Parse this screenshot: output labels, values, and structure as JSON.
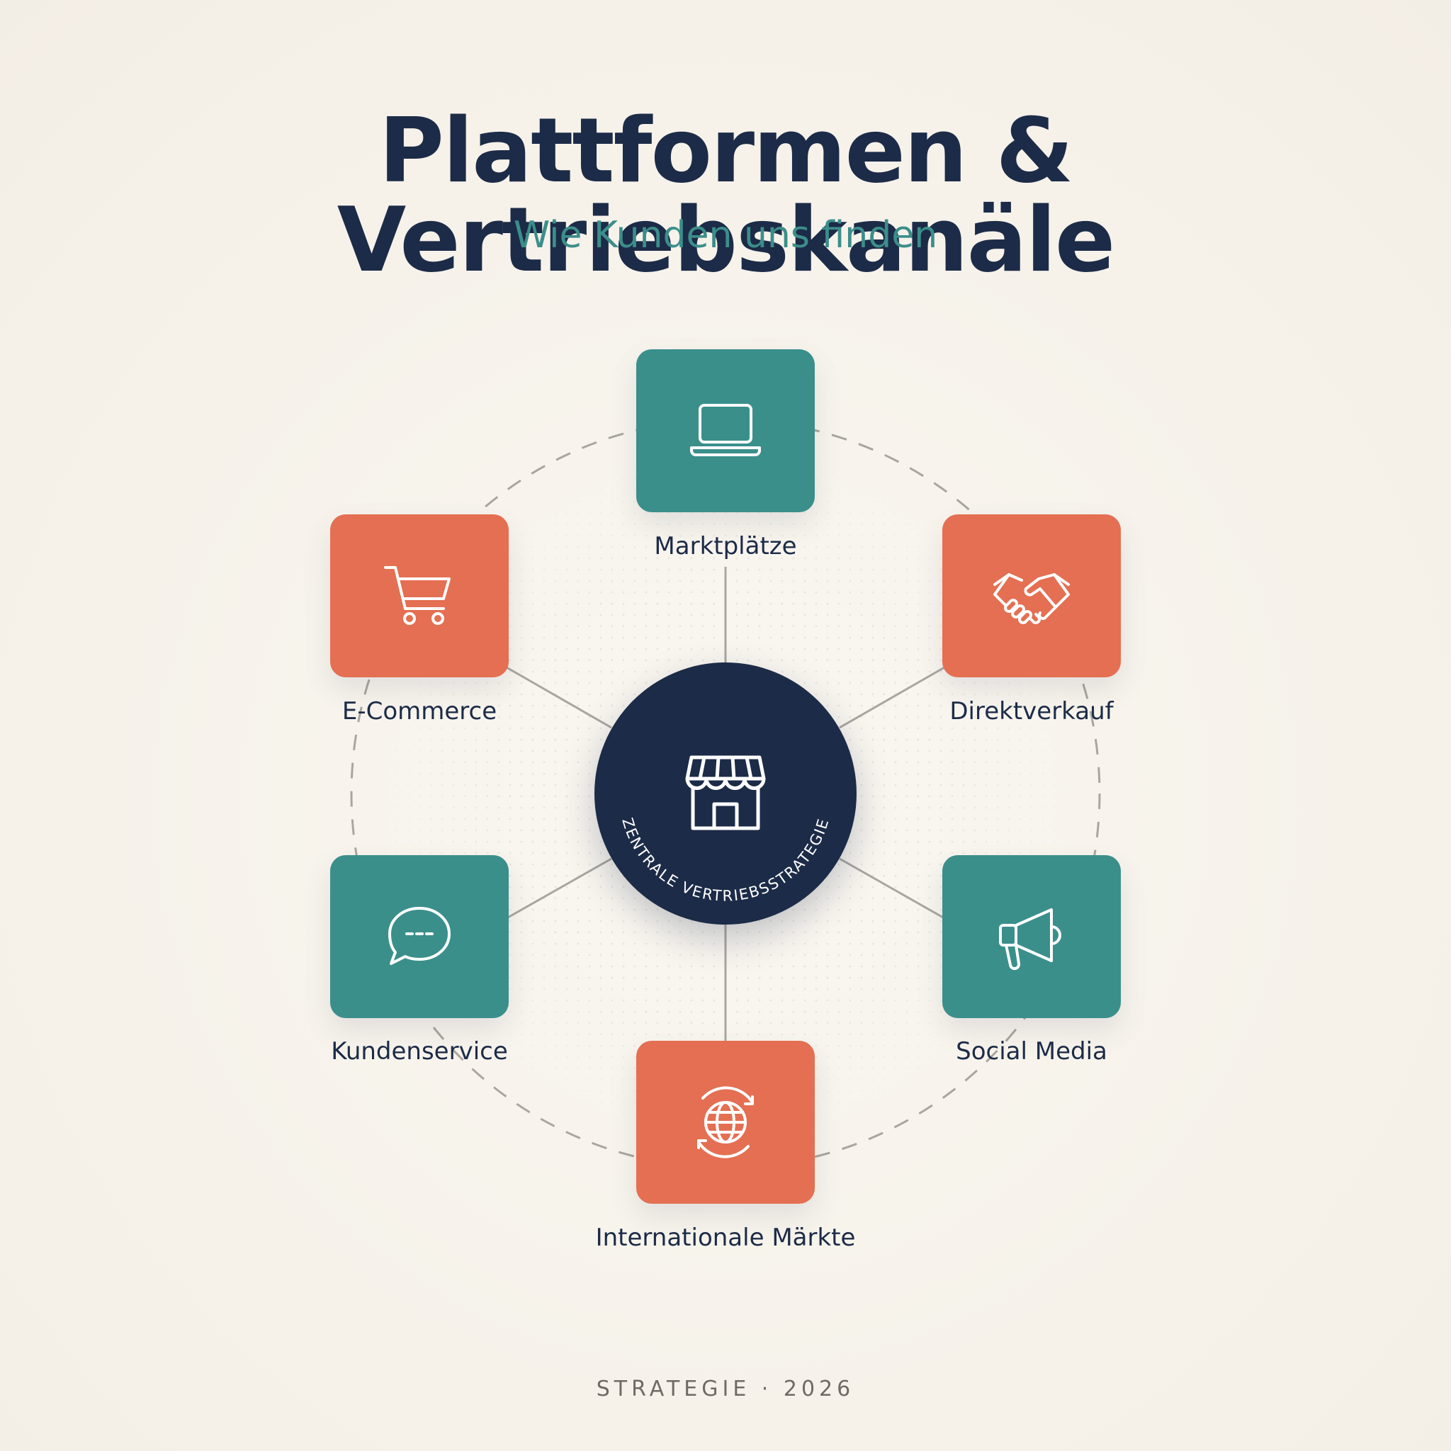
{
  "header": {
    "title": "Plattformen & Vertriebskanäle",
    "subtitle": "Wie Kunden uns finden"
  },
  "hub": {
    "label": "ZENTRALE VERTRIEBSSTRATEGIE",
    "icon": "storefront-icon"
  },
  "channels": [
    {
      "label": "Marktplätze",
      "icon": "laptop-icon",
      "color": "#3a8f8b"
    },
    {
      "label": "Direktverkauf",
      "icon": "handshake-icon",
      "color": "#e46f52"
    },
    {
      "label": "Social Media",
      "icon": "megaphone-icon",
      "color": "#3a8f8b"
    },
    {
      "label": "Internationale Märkte",
      "icon": "globe-icon",
      "color": "#e46f52"
    },
    {
      "label": "Kundenservice",
      "icon": "chat-bubble-icon",
      "color": "#3a8f8b"
    },
    {
      "label": "E-Commerce",
      "icon": "shopping-cart-icon",
      "color": "#e46f52"
    }
  ],
  "footer": {
    "text": "STRATEGIE · 2026"
  },
  "colors": {
    "background": "#f7f3ec",
    "navy": "#1c2b47",
    "teal": "#3a8f8b",
    "coral": "#e46f52"
  }
}
